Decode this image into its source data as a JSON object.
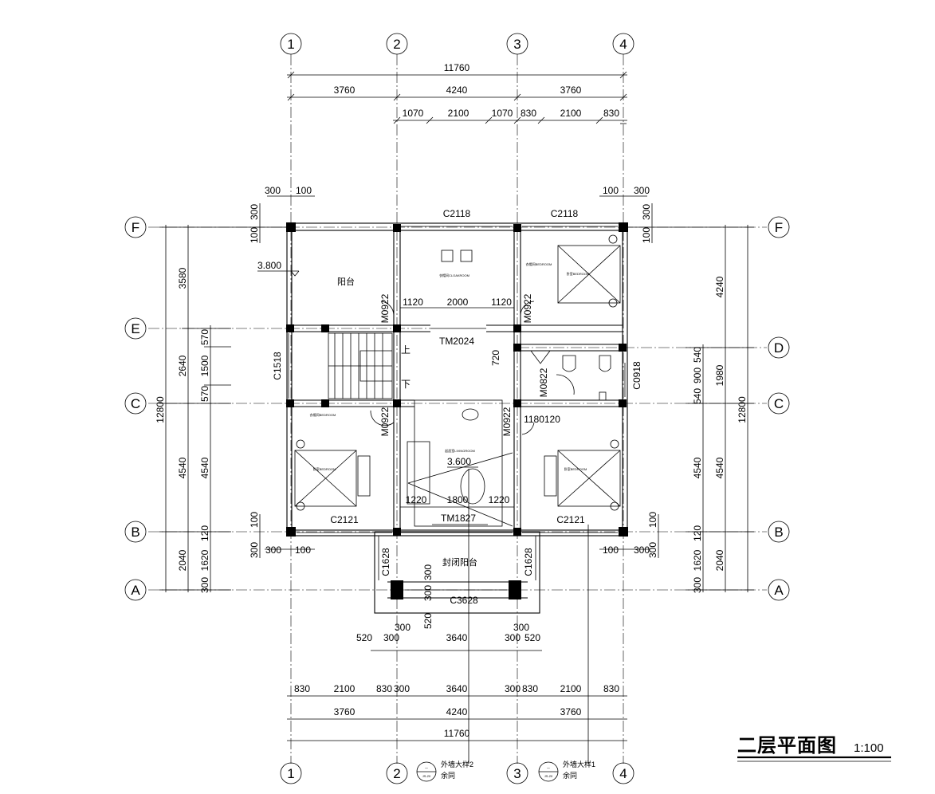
{
  "title": "二层平面图",
  "scale": "1:100",
  "grid_cols": [
    "1",
    "2",
    "3",
    "4"
  ],
  "grid_rows": [
    "F",
    "E",
    "D",
    "C",
    "B",
    "A"
  ],
  "top_dims": {
    "overall": "11760",
    "bays": [
      "3760",
      "4240",
      "3760"
    ],
    "openings": [
      "1070",
      "2100",
      "1070",
      "830",
      "2100",
      "830"
    ]
  },
  "bottom_dims": {
    "row1": [
      "830",
      "2100",
      "830",
      "300",
      "3640",
      "300",
      "830",
      "2100",
      "830"
    ],
    "row2": [
      "3760",
      "4240",
      "3760"
    ],
    "overall": "11760",
    "balcony": [
      "520",
      "300",
      "3640",
      "300",
      "520"
    ],
    "balcony_small": [
      "300",
      "300"
    ]
  },
  "left_dims": {
    "outer": [
      "3580",
      "2640",
      "4540",
      "2040"
    ],
    "inner": [
      "570",
      "1500",
      "570",
      "4540",
      "120",
      "1620",
      "300"
    ],
    "overall": "12800",
    "wall_top": [
      "300",
      "100"
    ],
    "wall_side": [
      "300",
      "100"
    ],
    "wall_bot": [
      "300",
      "100"
    ],
    "wall_bot_side": [
      "100",
      "300"
    ]
  },
  "right_dims": {
    "outer": [
      "4240",
      "1980",
      "4540",
      "2040"
    ],
    "inner": [
      "540",
      "900",
      "540",
      "4540",
      "120",
      "1620",
      "300"
    ],
    "overall": "12800",
    "wall_top": [
      "100",
      "300"
    ],
    "wall_side": [
      "300",
      "100"
    ],
    "wall_bot": [
      "100",
      "300"
    ],
    "wall_bot_side": [
      "100",
      "300"
    ]
  },
  "windows": {
    "c2118_left": "C2118",
    "c2118_right": "C2118",
    "c2121_left": "C2121",
    "c2121_right": "C2121",
    "c1518": "C1518",
    "c0918": "C0918",
    "c1628_left": "C1628",
    "c1628_right": "C1628",
    "c3628": "C3628"
  },
  "doors": {
    "tm2024": "TM2024",
    "tm1827": "TM1827",
    "m0922_a": "M0922",
    "m0922_b": "M0922",
    "m0922_c": "M0922",
    "m0922_d": "M0922",
    "m0822": "M0822"
  },
  "rooms": {
    "balcony": "阳台",
    "enclosed_balcony": "封闭阳台",
    "cloak": "衣帽间CLOAKROOM",
    "cloak2": "衣帽间BEDROOM",
    "bedroom_ne": "卧室BEDROOM",
    "bedroom_sw": "卧室BEDROOM",
    "bedroom_se": "卧室BEDROOM",
    "cloak_sw": "衣帽间BEDROOM",
    "living": "起居室LIVINGROOM"
  },
  "stairs": {
    "up": "上",
    "down": "下"
  },
  "elevations": {
    "e1": "3.800",
    "e2": "3.600"
  },
  "inner_dims": {
    "cloak": [
      "1120",
      "2000",
      "1120"
    ],
    "living": [
      "1220",
      "1800",
      "1220"
    ],
    "d720": "720",
    "d1180": "1180120"
  },
  "details": {
    "d1": "外墙大样2",
    "d1b": "余同",
    "d2": "外墙大样1",
    "d2b": "余同",
    "sym": "一",
    "sym_sub": "JS-20"
  }
}
